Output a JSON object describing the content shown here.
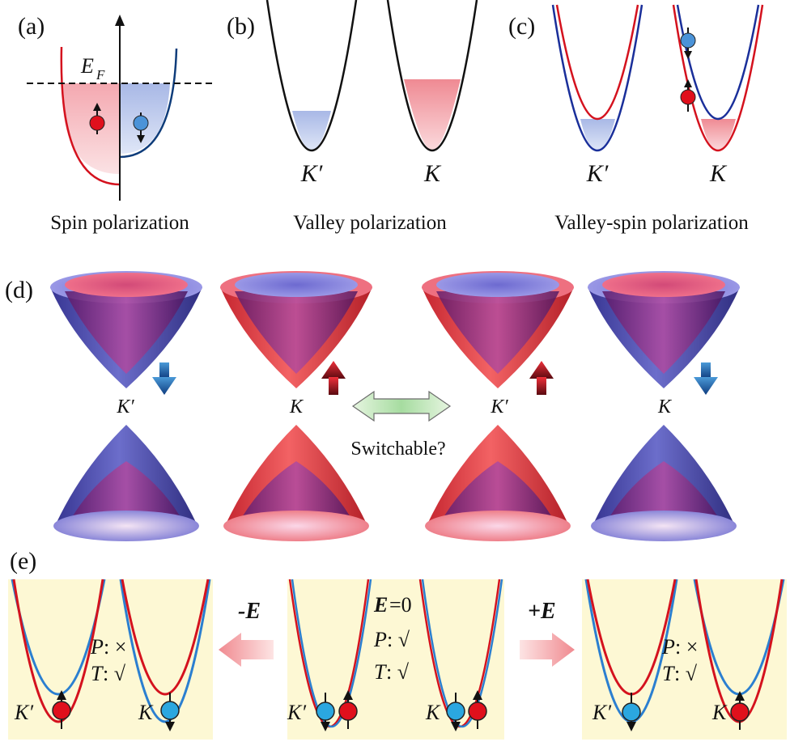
{
  "panel_labels": {
    "a": "(a)",
    "b": "(b)",
    "c": "(c)",
    "d": "(d)",
    "e": "(e)"
  },
  "panel_a": {
    "fermi_symbol": "E",
    "fermi_subscript": "F",
    "caption": "Spin polarization"
  },
  "panel_b": {
    "valley_left": "K′",
    "valley_right": "K",
    "caption": "Valley polarization"
  },
  "panel_c": {
    "valley_left": "K′",
    "valley_right": "K",
    "caption": "Valley-spin polarization"
  },
  "panel_d": {
    "labels": [
      "K′",
      "K",
      "K′",
      "K"
    ],
    "switch_label": "Switchable?"
  },
  "panel_e": {
    "left": {
      "arrow_label": "-E",
      "p_label": "P",
      "p_value": ": ×",
      "t_label": "T",
      "t_value": ": √",
      "valley_left": "K′",
      "valley_right": "K"
    },
    "middle": {
      "field_label": "E",
      "field_value": "=0",
      "p_label": "P",
      "p_value": ": √",
      "t_label": "T",
      "t_value": ": √",
      "valley_left": "K′",
      "valley_right": "K"
    },
    "right": {
      "arrow_label": "+E",
      "p_label": "P",
      "p_value": ": ×",
      "t_label": "T",
      "t_value": ": √",
      "valley_left": "K′",
      "valley_right": "K"
    }
  },
  "colors": {
    "spin_up": "#e0101c",
    "spin_down": "#1a4fa0",
    "ball_blue": "#2ba7e0",
    "panel_bg": "#fdf8d4"
  }
}
